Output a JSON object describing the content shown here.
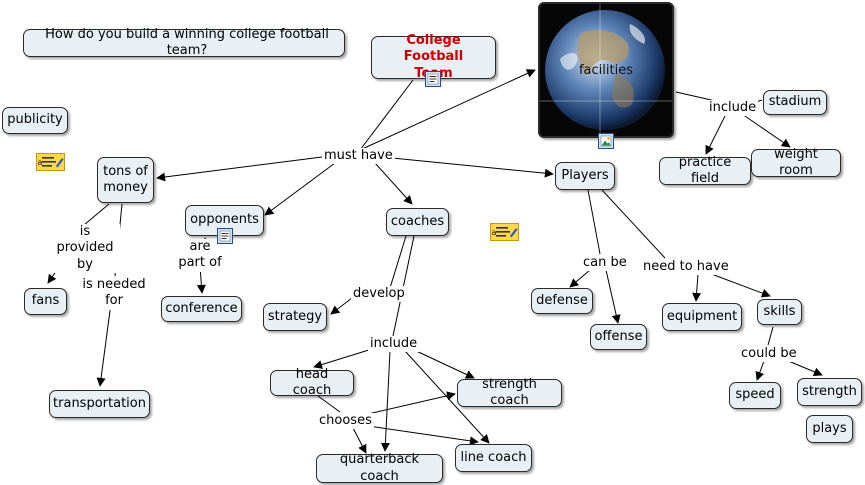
{
  "question": "How do you build a winning college football team?",
  "root": "College Football Team",
  "facilities_image_caption": "facilities",
  "concepts": {
    "publicity": "publicity",
    "tons_of_money": "tons of money",
    "opponents": "opponents",
    "coaches": "coaches",
    "players": "Players",
    "fans": "fans",
    "conference": "conference",
    "strategy": "strategy",
    "transportation": "transportation",
    "defense": "defense",
    "offense": "offense",
    "equipment": "equipment",
    "skills": "skills",
    "speed": "speed",
    "strength": "strength",
    "plays": "plays",
    "head_coach": "head coach",
    "strength_coach": "strength coach",
    "quarterback_coach": "quarterback coach",
    "line_coach": "line coach",
    "practice_field": "practice field",
    "weight_room": "weight room",
    "stadium": "stadium"
  },
  "links": {
    "must_have": "must have",
    "include_facilities": "include",
    "is_provided_by": "is provided by",
    "is_needed_for": "is needed for",
    "are_part_of": "are part of",
    "develop": "develop",
    "include_coaches": "include",
    "chooses": "chooses",
    "can_be": "can be",
    "need_to_have": "need to have",
    "could_be": "could be"
  },
  "icons": {
    "note": "annotation-note-icon",
    "doc": "document-icon",
    "image": "image-icon"
  }
}
